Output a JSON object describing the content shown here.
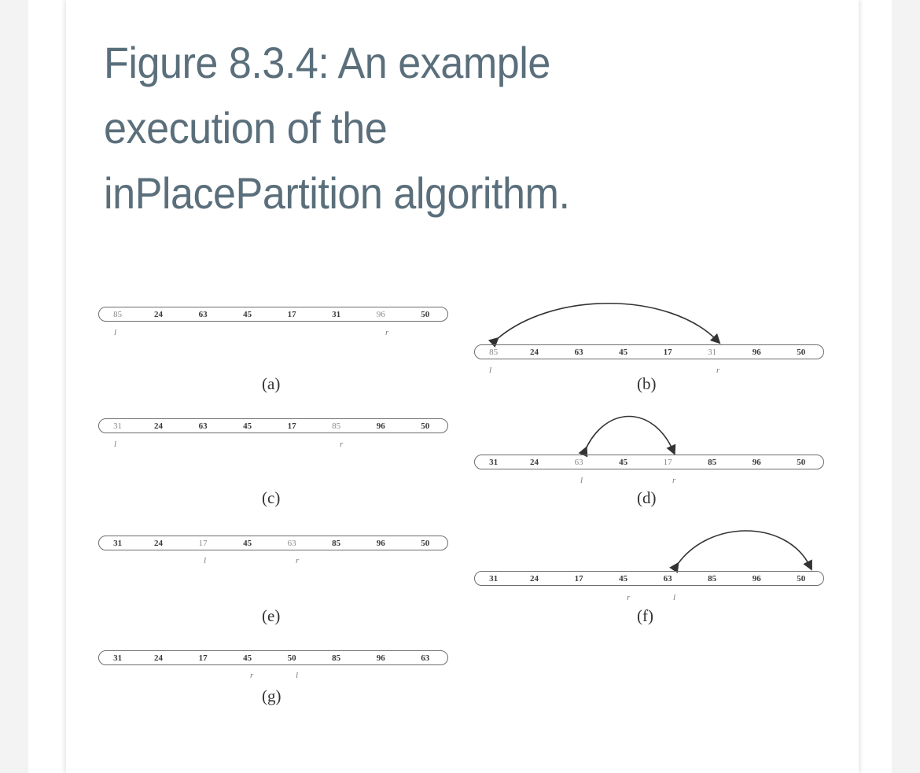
{
  "page": {
    "title": "Figure 8.3.4: An example execution of the inPlacePartition algorithm."
  },
  "colors": {
    "title": "#5a6f7b",
    "background": "#f3f3f3",
    "card": "#ffffff",
    "array_border": "#6d6d6d"
  },
  "panels": [
    {
      "label": "(a)",
      "values": [
        "85",
        "24",
        "63",
        "45",
        "17",
        "31",
        "96",
        "50"
      ],
      "l": 0,
      "r": 6,
      "swap": null
    },
    {
      "label": "(b)",
      "values": [
        "85",
        "24",
        "63",
        "45",
        "17",
        "31",
        "96",
        "50"
      ],
      "l": 0,
      "r": 5,
      "swap": [
        0,
        5
      ]
    },
    {
      "label": "(c)",
      "values": [
        "31",
        "24",
        "63",
        "45",
        "17",
        "85",
        "96",
        "50"
      ],
      "l": 0,
      "r": 5,
      "swap": null
    },
    {
      "label": "(d)",
      "values": [
        "31",
        "24",
        "63",
        "45",
        "17",
        "85",
        "96",
        "50"
      ],
      "l": 2,
      "r": 4,
      "swap": [
        2,
        4
      ]
    },
    {
      "label": "(e)",
      "values": [
        "31",
        "24",
        "17",
        "45",
        "63",
        "85",
        "96",
        "50"
      ],
      "l": 2,
      "r": 4,
      "swap": null
    },
    {
      "label": "(f)",
      "values": [
        "31",
        "24",
        "17",
        "45",
        "63",
        "85",
        "96",
        "50"
      ],
      "l": 4,
      "r": 3,
      "swap": [
        4,
        7
      ]
    },
    {
      "label": "(g)",
      "values": [
        "31",
        "24",
        "17",
        "45",
        "50",
        "85",
        "96",
        "63"
      ],
      "l": 4,
      "r": 3,
      "swap": null
    }
  ],
  "pointer_labels": {
    "left": "l",
    "right": "r"
  }
}
